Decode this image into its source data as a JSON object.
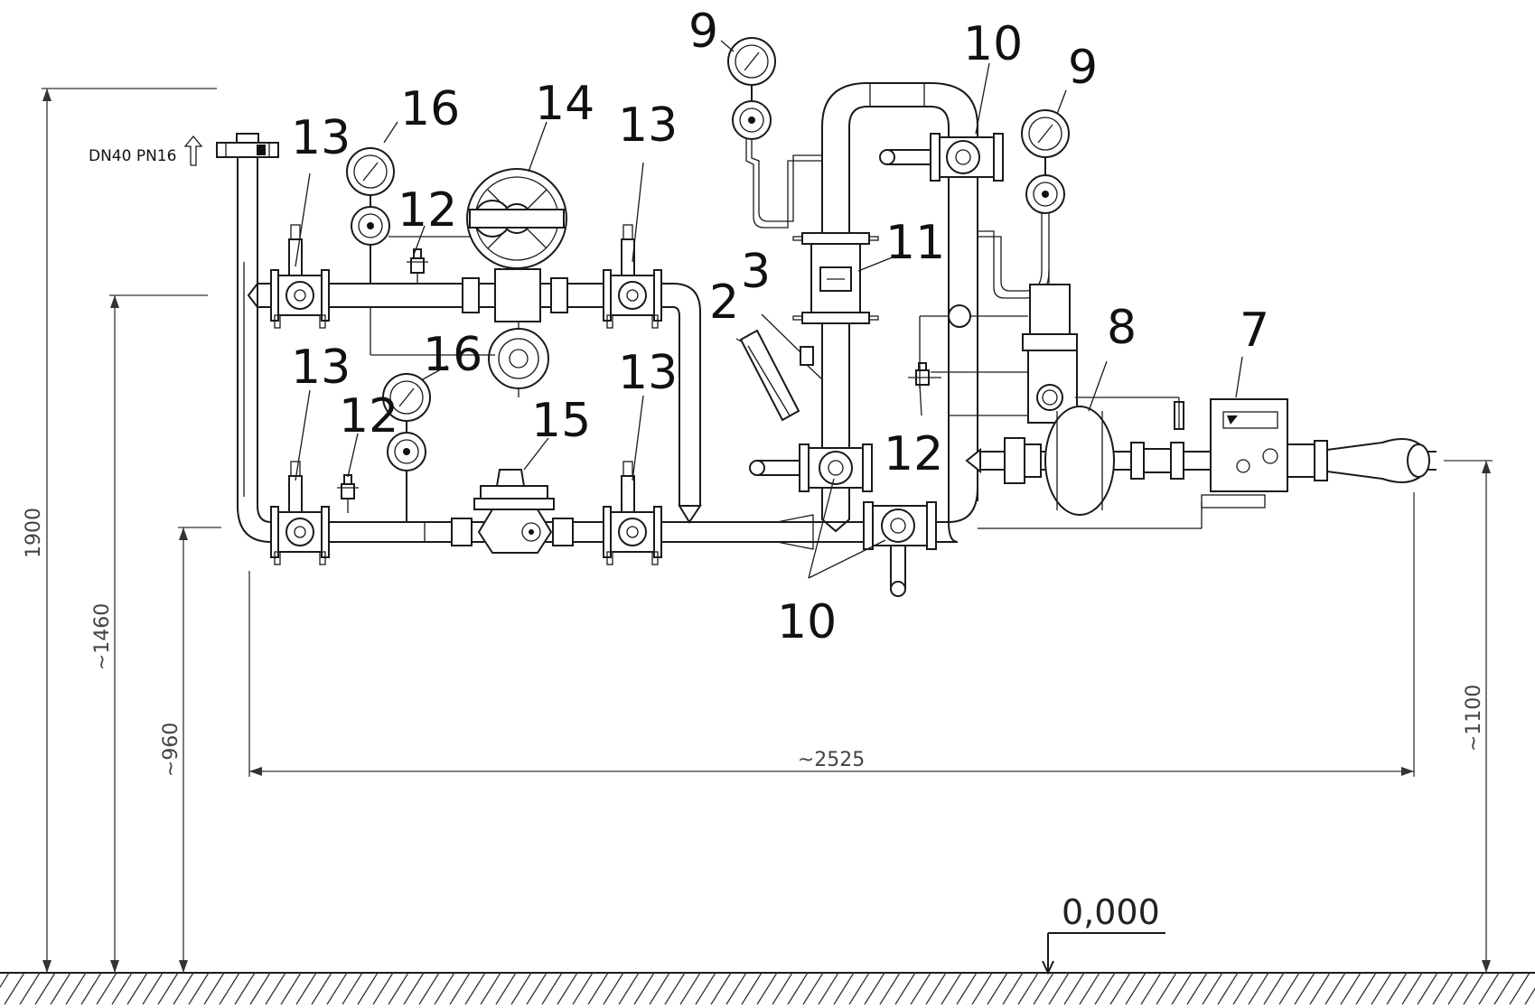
{
  "connection_label": "DN40 PN16",
  "level_label": "0,000",
  "dimensions": {
    "total_height": "1900",
    "upper_line": "~1460",
    "lower_line": "~960",
    "outlet_height": "~1100",
    "overall_length": "~2525"
  },
  "callouts": [
    {
      "label": "13"
    },
    {
      "label": "16"
    },
    {
      "label": "14"
    },
    {
      "label": "13"
    },
    {
      "label": "12"
    },
    {
      "label": "16"
    },
    {
      "label": "13"
    },
    {
      "label": "12"
    },
    {
      "label": "15"
    },
    {
      "label": "13"
    },
    {
      "label": "9"
    },
    {
      "label": "10"
    },
    {
      "label": "9"
    },
    {
      "label": "11"
    },
    {
      "label": "3"
    },
    {
      "label": "2"
    },
    {
      "label": "8"
    },
    {
      "label": "7"
    },
    {
      "label": "12"
    },
    {
      "label": "10"
    }
  ]
}
